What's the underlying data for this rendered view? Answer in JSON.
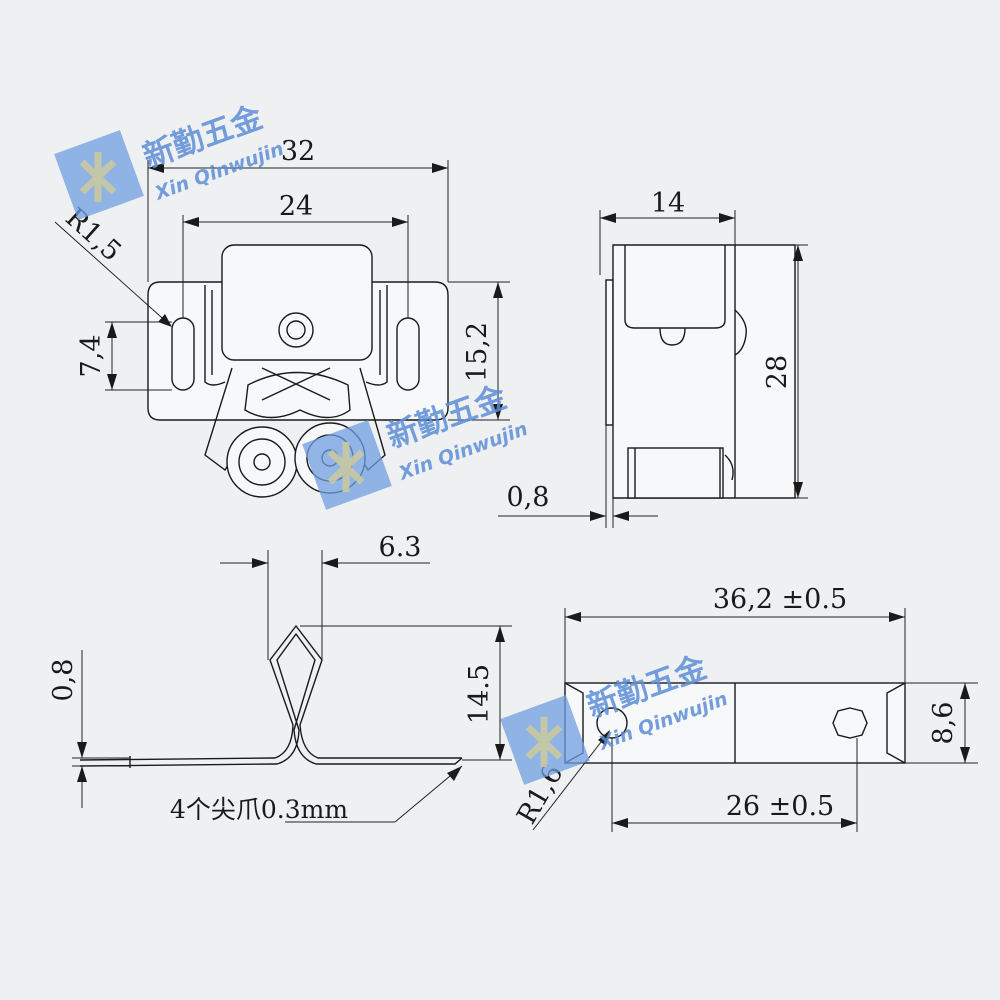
{
  "watermark": {
    "brand_cn": "新勤五金",
    "brand_en": "Xin Qinwujin",
    "icon": "xq-logo-icon",
    "color": "#5d8ed6"
  },
  "front_view": {
    "dim_overall_width": "32",
    "dim_slot_spacing": "24",
    "dim_slot_radius": "R1,5",
    "dim_slot_length": "7,4",
    "dim_height": "15,2"
  },
  "side_view": {
    "dim_width": "14",
    "dim_height": "28",
    "dim_thickness": "0,8"
  },
  "spring_view": {
    "dim_gap": "6.3",
    "dim_height": "14.5",
    "dim_thickness": "0,8",
    "note": "4个尖爪0.3mm"
  },
  "strike_plate": {
    "dim_length": "36,2 ±0.5",
    "dim_hole_spacing": "26 ±0.5",
    "dim_width": "8,6",
    "dim_hole_radius": "R1,6"
  }
}
